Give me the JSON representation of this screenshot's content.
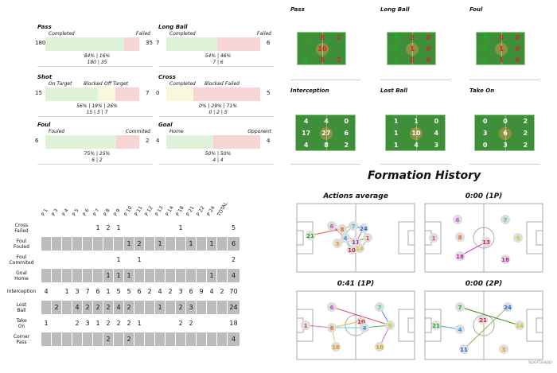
{
  "stats": [
    {
      "title": "Pass",
      "l1": "Completed",
      "l2": "Failed",
      "lv": "180",
      "rv": "35",
      "pct": "84% | 16%",
      "vals": "180  |  35",
      "segs": [
        {
          "c": "#dff3d9",
          "w": 84
        },
        {
          "c": "#f7d5d5",
          "w": 16
        }
      ]
    },
    {
      "title": "Long Ball",
      "l1": "Completed",
      "l2": "Failed",
      "lv": "7",
      "rv": "6",
      "pct": "54% | 46%",
      "vals": "7  |  6",
      "segs": [
        {
          "c": "#dff3d9",
          "w": 54
        },
        {
          "c": "#f7d5d5",
          "w": 46
        }
      ]
    },
    {
      "title": "Shot",
      "l1": "On Target",
      "l2": "Blocked",
      "l3": "Off Target",
      "lv": "15",
      "rv": "7",
      "pct": "56% | 19% | 26%",
      "vals": "15  |  5  |  7",
      "segs": [
        {
          "c": "#dff3d9",
          "w": 56
        },
        {
          "c": "#fbf7dd",
          "w": 19
        },
        {
          "c": "#f7d5d5",
          "w": 25
        }
      ]
    },
    {
      "title": "Cross",
      "l1": "Completed",
      "l2": "Blocked",
      "l3": "Failed",
      "lv": "0",
      "rv": "5",
      "pct": "0% | 29% | 71%",
      "vals": "0  |  2  |  5",
      "segs": [
        {
          "c": "#fbf7dd",
          "w": 29
        },
        {
          "c": "#f7d5d5",
          "w": 71
        }
      ]
    },
    {
      "title": "Foul",
      "l1": "Fouled",
      "l2": "Commited",
      "lv": "6",
      "rv": "2",
      "pct": "75% | 25%",
      "vals": "6  |  2",
      "segs": [
        {
          "c": "#dff3d9",
          "w": 75
        },
        {
          "c": "#f7d5d5",
          "w": 25
        }
      ]
    },
    {
      "title": "Goal",
      "l1": "Home",
      "l2": "Opponent",
      "lv": "4",
      "rv": "4",
      "pct": "50% | 50%",
      "vals": "4  |  4",
      "segs": [
        {
          "c": "#dff3d9",
          "w": 50
        },
        {
          "c": "#f7d5d5",
          "w": 50
        }
      ]
    }
  ],
  "maps": [
    {
      "title": "Pass",
      "cells": [
        "1",
        "8",
        "1",
        "",
        "10",
        "",
        "2",
        "8",
        "2"
      ],
      "small": true
    },
    {
      "title": "Long Ball",
      "cells": [
        "0",
        "2",
        "0",
        "2",
        "1",
        "0",
        "1",
        "0",
        "0"
      ],
      "small": true
    },
    {
      "title": "Foul",
      "cells": [
        "0",
        "0",
        "0",
        "0",
        "1",
        "0",
        "0",
        "1",
        "0"
      ],
      "small": true
    },
    {
      "title": "Interception",
      "cells": [
        "4",
        "4",
        "0",
        "17",
        "27",
        "6",
        "4",
        "8",
        "2"
      ]
    },
    {
      "title": "Lost Ball",
      "cells": [
        "1",
        "1",
        "0",
        "1",
        "10",
        "4",
        "1",
        "4",
        "3"
      ]
    },
    {
      "title": "Take On",
      "cells": [
        "0",
        "0",
        "2",
        "3",
        "6",
        "2",
        "0",
        "3",
        "2"
      ]
    }
  ],
  "formation_title": "Formation History",
  "formations": [
    {
      "title": "Actions average"
    },
    {
      "title": "0:00 (1P)"
    },
    {
      "title": "0:41 (1P)"
    },
    {
      "title": "0:00 (2P)"
    }
  ],
  "table": {
    "cols": [
      "P 1",
      "P 3",
      "P 4",
      "P 5",
      "P 6",
      "P 7",
      "P 8",
      "P 9",
      "P 10",
      "P 11",
      "P 12",
      "P 13",
      "P 14",
      "P 18",
      "P 21",
      "P 22",
      "P 24",
      "TOTAL"
    ],
    "rows": [
      {
        "label": "Cross Failed",
        "cells": [
          "",
          "",
          "",
          "",
          "",
          "1",
          "2",
          "1",
          "",
          "",
          "",
          "",
          "",
          "1",
          "",
          "",
          "",
          ""
        ],
        "total": "5",
        "shade": "w"
      },
      {
        "label": "Foul Fouled",
        "cells": [
          "",
          "",
          "",
          "",
          "",
          "",
          "",
          "",
          "1",
          "2",
          "",
          "1",
          "",
          "",
          "1",
          "",
          "1",
          ""
        ],
        "total": "6",
        "shade": "g"
      },
      {
        "label": "Foul Commited",
        "cells": [
          "",
          "",
          "",
          "",
          "",
          "",
          "",
          "1",
          "",
          "1",
          "",
          "",
          "",
          "",
          "",
          "",
          "",
          ""
        ],
        "total": "2",
        "shade": "w"
      },
      {
        "label": "Goal Home",
        "cells": [
          "",
          "",
          "",
          "",
          "",
          "",
          "1",
          "1",
          "1",
          "",
          "",
          "",
          "",
          "",
          "",
          "",
          "1",
          ""
        ],
        "total": "4",
        "shade": "g"
      },
      {
        "label": "Interception",
        "cells": [
          "4",
          "",
          "1",
          "3",
          "7",
          "6",
          "1",
          "5",
          "5",
          "6",
          "2",
          "4",
          "2",
          "3",
          "6",
          "9",
          "4",
          "2"
        ],
        "total": "70",
        "shade": "w"
      },
      {
        "label": "Lost Ball",
        "cells": [
          "",
          "2",
          "",
          "4",
          "2",
          "2",
          "2",
          "4",
          "2",
          "",
          "",
          "1",
          "",
          "2",
          "3",
          "",
          "",
          ""
        ],
        "total": "24",
        "shade": "g"
      },
      {
        "label": "Take On",
        "cells": [
          "1",
          "",
          "",
          "2",
          "3",
          "1",
          "2",
          "2",
          "2",
          "1",
          "",
          "",
          "",
          "2",
          "2",
          "",
          "",
          ""
        ],
        "total": "18",
        "shade": "w"
      },
      {
        "label": "Corner Pass",
        "cells": [
          "",
          "",
          "",
          "",
          "",
          "",
          "2",
          "",
          "2",
          "",
          "",
          "",
          "",
          "",
          "",
          "",
          "",
          ""
        ],
        "total": "4",
        "shade": "g"
      }
    ]
  },
  "watermark": "sportsapp"
}
